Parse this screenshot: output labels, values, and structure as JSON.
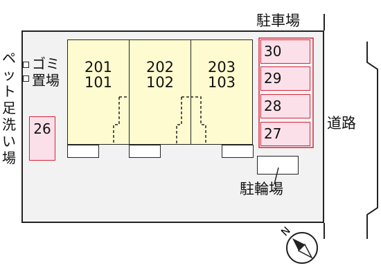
{
  "units": [
    {
      "top": "201",
      "bottom": "101"
    },
    {
      "top": "202",
      "bottom": "102"
    },
    {
      "top": "203",
      "bottom": "103"
    }
  ],
  "parking": {
    "title": "駐車場",
    "slots": [
      "30",
      "29",
      "28",
      "27"
    ],
    "extra_slot": "26"
  },
  "bicycle_parking": "駐輪場",
  "road": "道路",
  "pet_wash": [
    "ペ",
    "ッ",
    "ト",
    "足",
    "洗",
    "い",
    "場"
  ],
  "garbage": {
    "label": "ゴミ置場",
    "lines": [
      "ゴミ",
      "置場"
    ]
  },
  "compass": "N",
  "colors": {
    "building": "#fdfbcf",
    "parking_fill": "#fbe0ea",
    "parking_border": "#d8243a",
    "lot": "#f2f2f2"
  }
}
